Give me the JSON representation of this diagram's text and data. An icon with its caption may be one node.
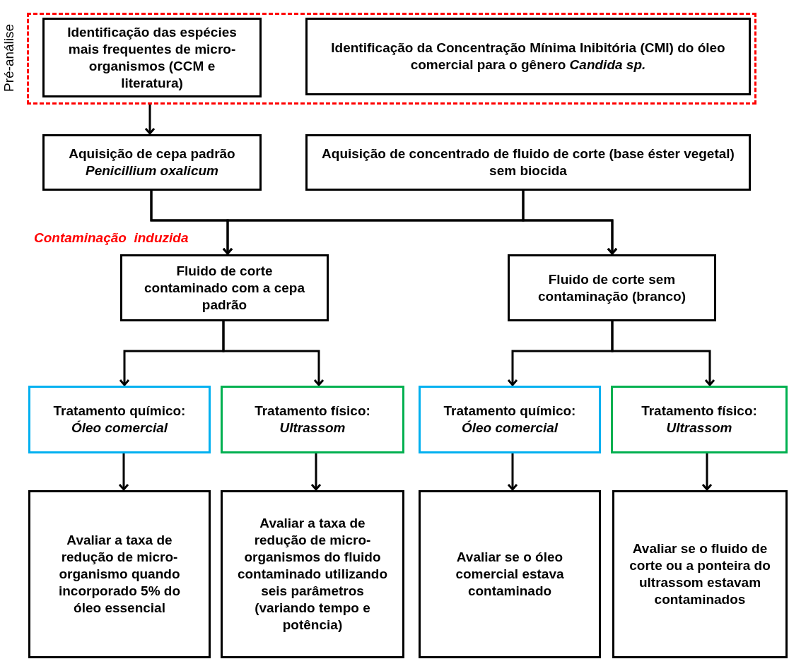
{
  "diagram": {
    "nodes": [
      {
        "text": [
          "Pré-análise"
        ]
      },
      {
        "text": [
          "Identificação das espécies mais frequentes de micro-organismos (CCM e literatura)"
        ],
        "in": 0
      },
      {
        "text": [
          "Identificação  da Concentração Mínima Inibitória (CMI) do óleo  comercial para o gênero *Candida sp.*"
        ],
        "in": 0
      },
      {
        "text": [
          "Aquisição de cepa padrão",
          "Penicillium  oxalicum"
        ]
      },
      {
        "text": [
          "Aquisição de concentrado de fluido de corte (base éster vegetal) sem biocida"
        ]
      },
      {
        "text": [
          "Fluido de corte contaminado com a cepa padrão"
        ]
      },
      {
        "text": [
          "Fluido de corte sem contaminação (branco)"
        ]
      },
      {
        "text": [
          "Tratamento químico:",
          "Óleo comercial"
        ]
      },
      {
        "text": [
          "Tratamento físico:",
          "Ultrassom"
        ]
      },
      {
        "text": [
          "Tratamento químico:",
          "Óleo comercial"
        ]
      },
      {
        "text": [
          "Tratamento físico:",
          "Ultrassom"
        ]
      },
      {
        "text": [
          "Avaliar a taxa de redução de micro-organismo quando incorporado 5% do óleo essencial"
        ]
      },
      {
        "text": [
          "Avaliar a taxa de redução de micro-organismos do fluido contaminado utilizando seis parâmetros (variando tempo e potência)"
        ]
      },
      {
        "text": [
          "Avaliar se o óleo comercial estava contaminado"
        ]
      },
      {
        "text": [
          "Avaliar se o fluido de corte ou a ponteira do ultrassom estavam contaminados"
        ]
      }
    ],
    "edges": [
      {
        "from": 0,
        "to": 3,
        "arrow": "to"
      },
      {
        "from": 3,
        "to": 5,
        "arrow": "to"
      },
      {
        "from": 3,
        "to": 6,
        "arrow": "to"
      },
      {
        "from": 4,
        "to": 5,
        "arrow": "to"
      },
      {
        "from": 4,
        "to": 6,
        "arrow": "to"
      },
      {
        "from": 5,
        "to": 7,
        "arrow": "to"
      },
      {
        "from": 5,
        "to": 8,
        "arrow": "to"
      },
      {
        "from": 6,
        "to": 9,
        "arrow": "to"
      },
      {
        "from": 6,
        "to": 10,
        "arrow": "to"
      },
      {
        "from": 7,
        "to": 11,
        "arrow": "to"
      },
      {
        "from": 8,
        "to": 12,
        "arrow": "to"
      },
      {
        "from": 9,
        "to": 13,
        "arrow": "to"
      },
      {
        "from": 10,
        "to": 14,
        "arrow": "to"
      }
    ],
    "labels": [
      "Contaminação  induzida"
    ]
  }
}
